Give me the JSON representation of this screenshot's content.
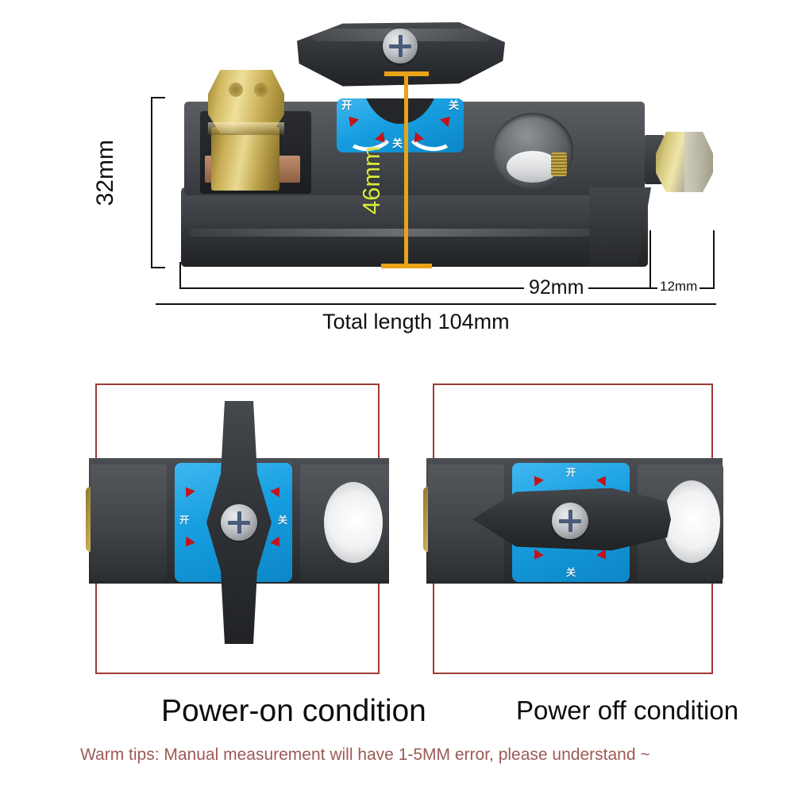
{
  "page": {
    "background": "#ffffff",
    "accent_red": "#9e3b35",
    "dim_color": "#111111",
    "highlight_yellow": "#D8E83C",
    "highlight_orange": "#E8A317",
    "sticker_blue": "#169ee0",
    "arrow_red": "#c4121a",
    "brass": "#d3bb63",
    "body_dark": "#3a3d41"
  },
  "hero": {
    "name": "battery-disconnect-switch-dimension-diagram",
    "dimensions": {
      "height": {
        "label": "32mm",
        "value": 32,
        "unit": "mm",
        "orientation": "vertical",
        "color": "#111111"
      },
      "handle_height": {
        "label": "46mm",
        "value": 46,
        "unit": "mm",
        "orientation": "vertical",
        "color": "#D8E83C"
      },
      "base_length": {
        "label": "92mm",
        "value": 92,
        "unit": "mm",
        "orientation": "horizontal",
        "color": "#111111"
      },
      "tab_length": {
        "label": "12mm",
        "value": 12,
        "unit": "mm",
        "orientation": "horizontal",
        "color": "#111111"
      },
      "total": {
        "label": "Total length 104mm",
        "value": 104,
        "unit": "mm",
        "orientation": "horizontal",
        "color": "#111111"
      }
    },
    "sticker": {
      "left_char": "开",
      "right_char": "关",
      "center_char": "关",
      "background": "#169ee0",
      "arrow_color": "#c4121a"
    }
  },
  "comparison": {
    "panels": [
      {
        "id": "power-on",
        "caption": "Power-on condition",
        "knob_orientation": "vertical",
        "border_color": "#9e3b35"
      },
      {
        "id": "power-off",
        "caption": "Power off condition",
        "knob_orientation": "horizontal",
        "border_color": "#9e3b35"
      }
    ]
  },
  "footer": {
    "tips": "Warm tips: Manual measurement will have 1-5MM error, please understand ~",
    "color": "#9c5a55"
  }
}
